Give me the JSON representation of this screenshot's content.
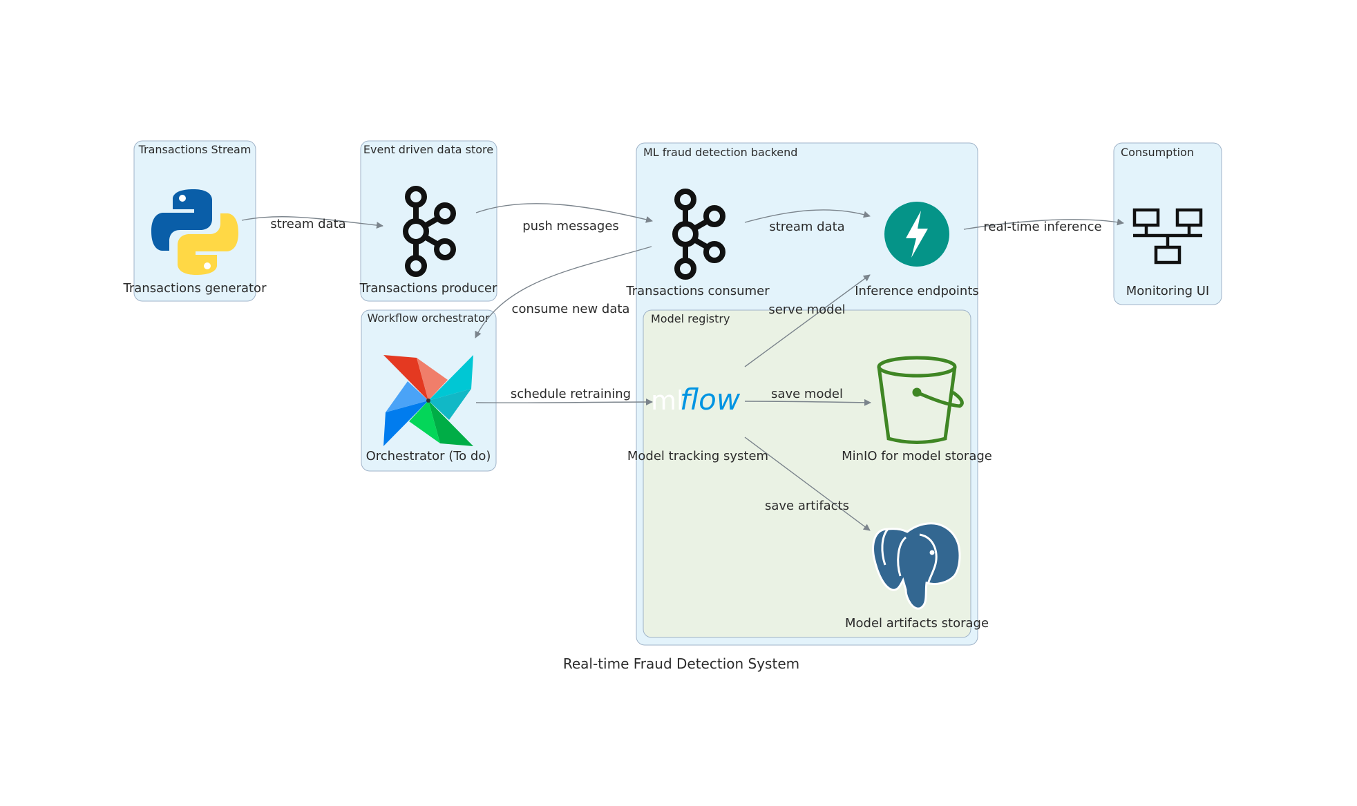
{
  "title": "Real-time Fraud Detection System",
  "clusters": {
    "transactions_stream": "Transactions Stream",
    "event_store": "Event driven data store",
    "workflow": "Workflow orchestrator",
    "ml_backend": "ML fraud detection backend",
    "model_registry": "Model registry",
    "consumption": "Consumption"
  },
  "nodes": {
    "generator": "Transactions generator",
    "producer": "Transactions producer",
    "consumer": "Transactions consumer",
    "inference": "Inference endpoints",
    "monitoring": "Monitoring UI",
    "orchestrator": "Orchestrator (To do)",
    "tracking": "Model tracking system",
    "minio": "MinIO for model storage",
    "artifacts": "Model artifacts storage"
  },
  "edges": {
    "stream_data_1": "stream data",
    "push_messages": "push messages",
    "stream_data_2": "stream data",
    "real_time_inference": "real-time inference",
    "consume_new_data": "consume new data",
    "serve_model": "serve model",
    "schedule_retraining": "schedule retraining",
    "save_model": "save model",
    "save_artifacts": "save artifacts"
  },
  "logos": {
    "mlflow_ml": "ml",
    "mlflow_flow": "flow"
  },
  "icons": {
    "generator": "python-icon",
    "producer": "kafka-icon",
    "consumer": "kafka-icon",
    "inference": "fastapi-icon",
    "monitoring": "network-icon",
    "orchestrator": "airflow-icon",
    "tracking": "mlflow-logo",
    "minio": "bucket-icon",
    "artifacts": "postgresql-icon"
  },
  "colors": {
    "cluster_fill": "#e3f3fb",
    "registry_fill": "#eaf2e4",
    "cluster_stroke": "#9fb3c8",
    "edge": "#7b848c",
    "python_blue": "#0a5ea8",
    "python_yellow": "#ffd845",
    "fastapi": "#059488",
    "minio_green": "#3f8624",
    "postgres_blue": "#336791",
    "mlflow_blue": "#0194e2"
  }
}
